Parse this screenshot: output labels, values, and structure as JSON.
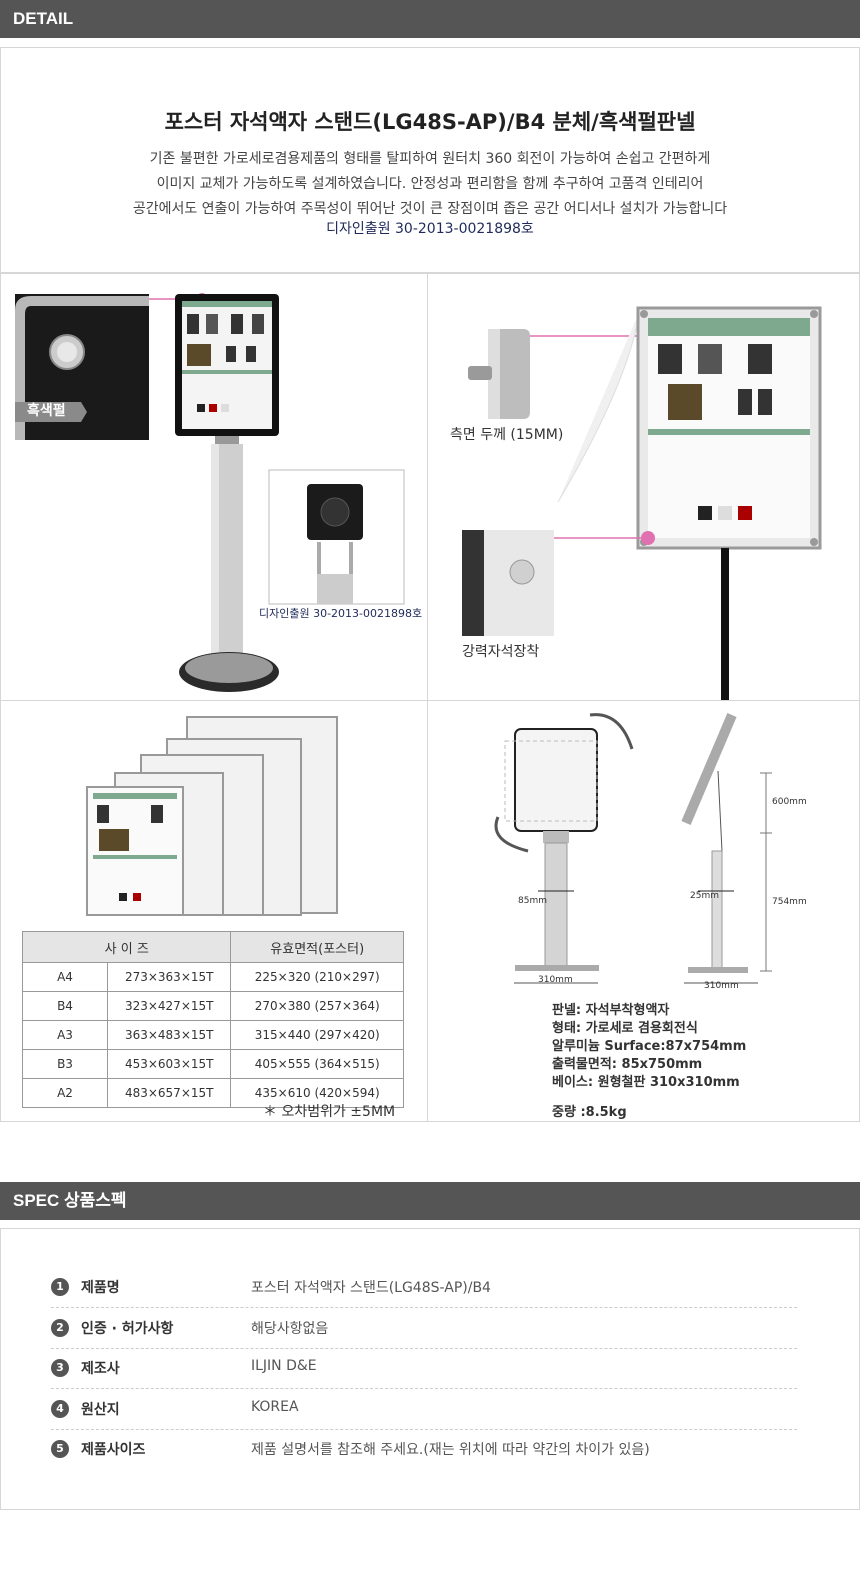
{
  "detail": {
    "header": "DETAIL",
    "title": "포스터 자석액자 스탠드(LG48S-AP)/B4  분체/흑색펄판넬",
    "desc": [
      "기존 불편한 가로세로겸용제품의 형태를 탈피하여 원터치 360 회전이 가능하여 손쉽고 간편하게",
      "이미지 교체가 가능하도록 설계하였습니다. 안정성과 편리함을 함께 추구하여 고품격 인테리어",
      "공간에서도 연출이  가능하여  주목성이 뛰어난 것이 큰 장점이며  좁은 공간 어디서나 설치가 가능합니다"
    ],
    "design_reg": "디자인출원    30-2013-0021898호"
  },
  "panel1": {
    "badge": "흑색펄",
    "reg": "디자인출원    30-2013-0021898호"
  },
  "panel2": {
    "thickness": "측면 두께 (15MM)",
    "magnet": "강력자석장착"
  },
  "size_table": {
    "headers": [
      "사 이 즈",
      "유효면적(포스터)"
    ],
    "rows": [
      [
        "A4",
        "273×363×15T",
        "225×320 (210×297)"
      ],
      [
        "B4",
        "323×427×15T",
        "270×380 (257×364)"
      ],
      [
        "A3",
        "363×483×15T",
        "315×440 (297×420)"
      ],
      [
        "B3",
        "453×603×15T",
        "405×555 (364×515)"
      ],
      [
        "A2",
        "483×657×15T",
        "435×610 (420×594)"
      ]
    ],
    "note": "＊ 오차범위가 ±5MM"
  },
  "dims": {
    "d85": "85mm",
    "d25": "25mm",
    "d310a": "310mm",
    "d310b": "310mm",
    "d600": "600mm",
    "d754": "754mm"
  },
  "specs_text": [
    "판넬: 자석부착형액자",
    "형태: 가로세로 겸용회전식",
    "알루미늄 Surface:87x754mm",
    "출력물면적: 85x750mm",
    "베이스: 원형철판 310x310mm"
  ],
  "weight": "중량 :8.5kg",
  "spec": {
    "header": "SPEC 상품스펙",
    "rows": [
      {
        "no": "1",
        "key": "제품명",
        "value": "포스터 자석액자 스탠드(LG48S-AP)/B4"
      },
      {
        "no": "2",
        "key": "인증 · 허가사항",
        "value": "해당사항없음"
      },
      {
        "no": "3",
        "key": "제조사",
        "value": "ILJIN D&E"
      },
      {
        "no": "4",
        "key": "원산지",
        "value": "KOREA"
      },
      {
        "no": "5",
        "key": "제품사이즈",
        "value": "제품 설명서를 참조해 주세요.(재는 위치에 따라 약간의 차이가 있음)"
      }
    ]
  }
}
